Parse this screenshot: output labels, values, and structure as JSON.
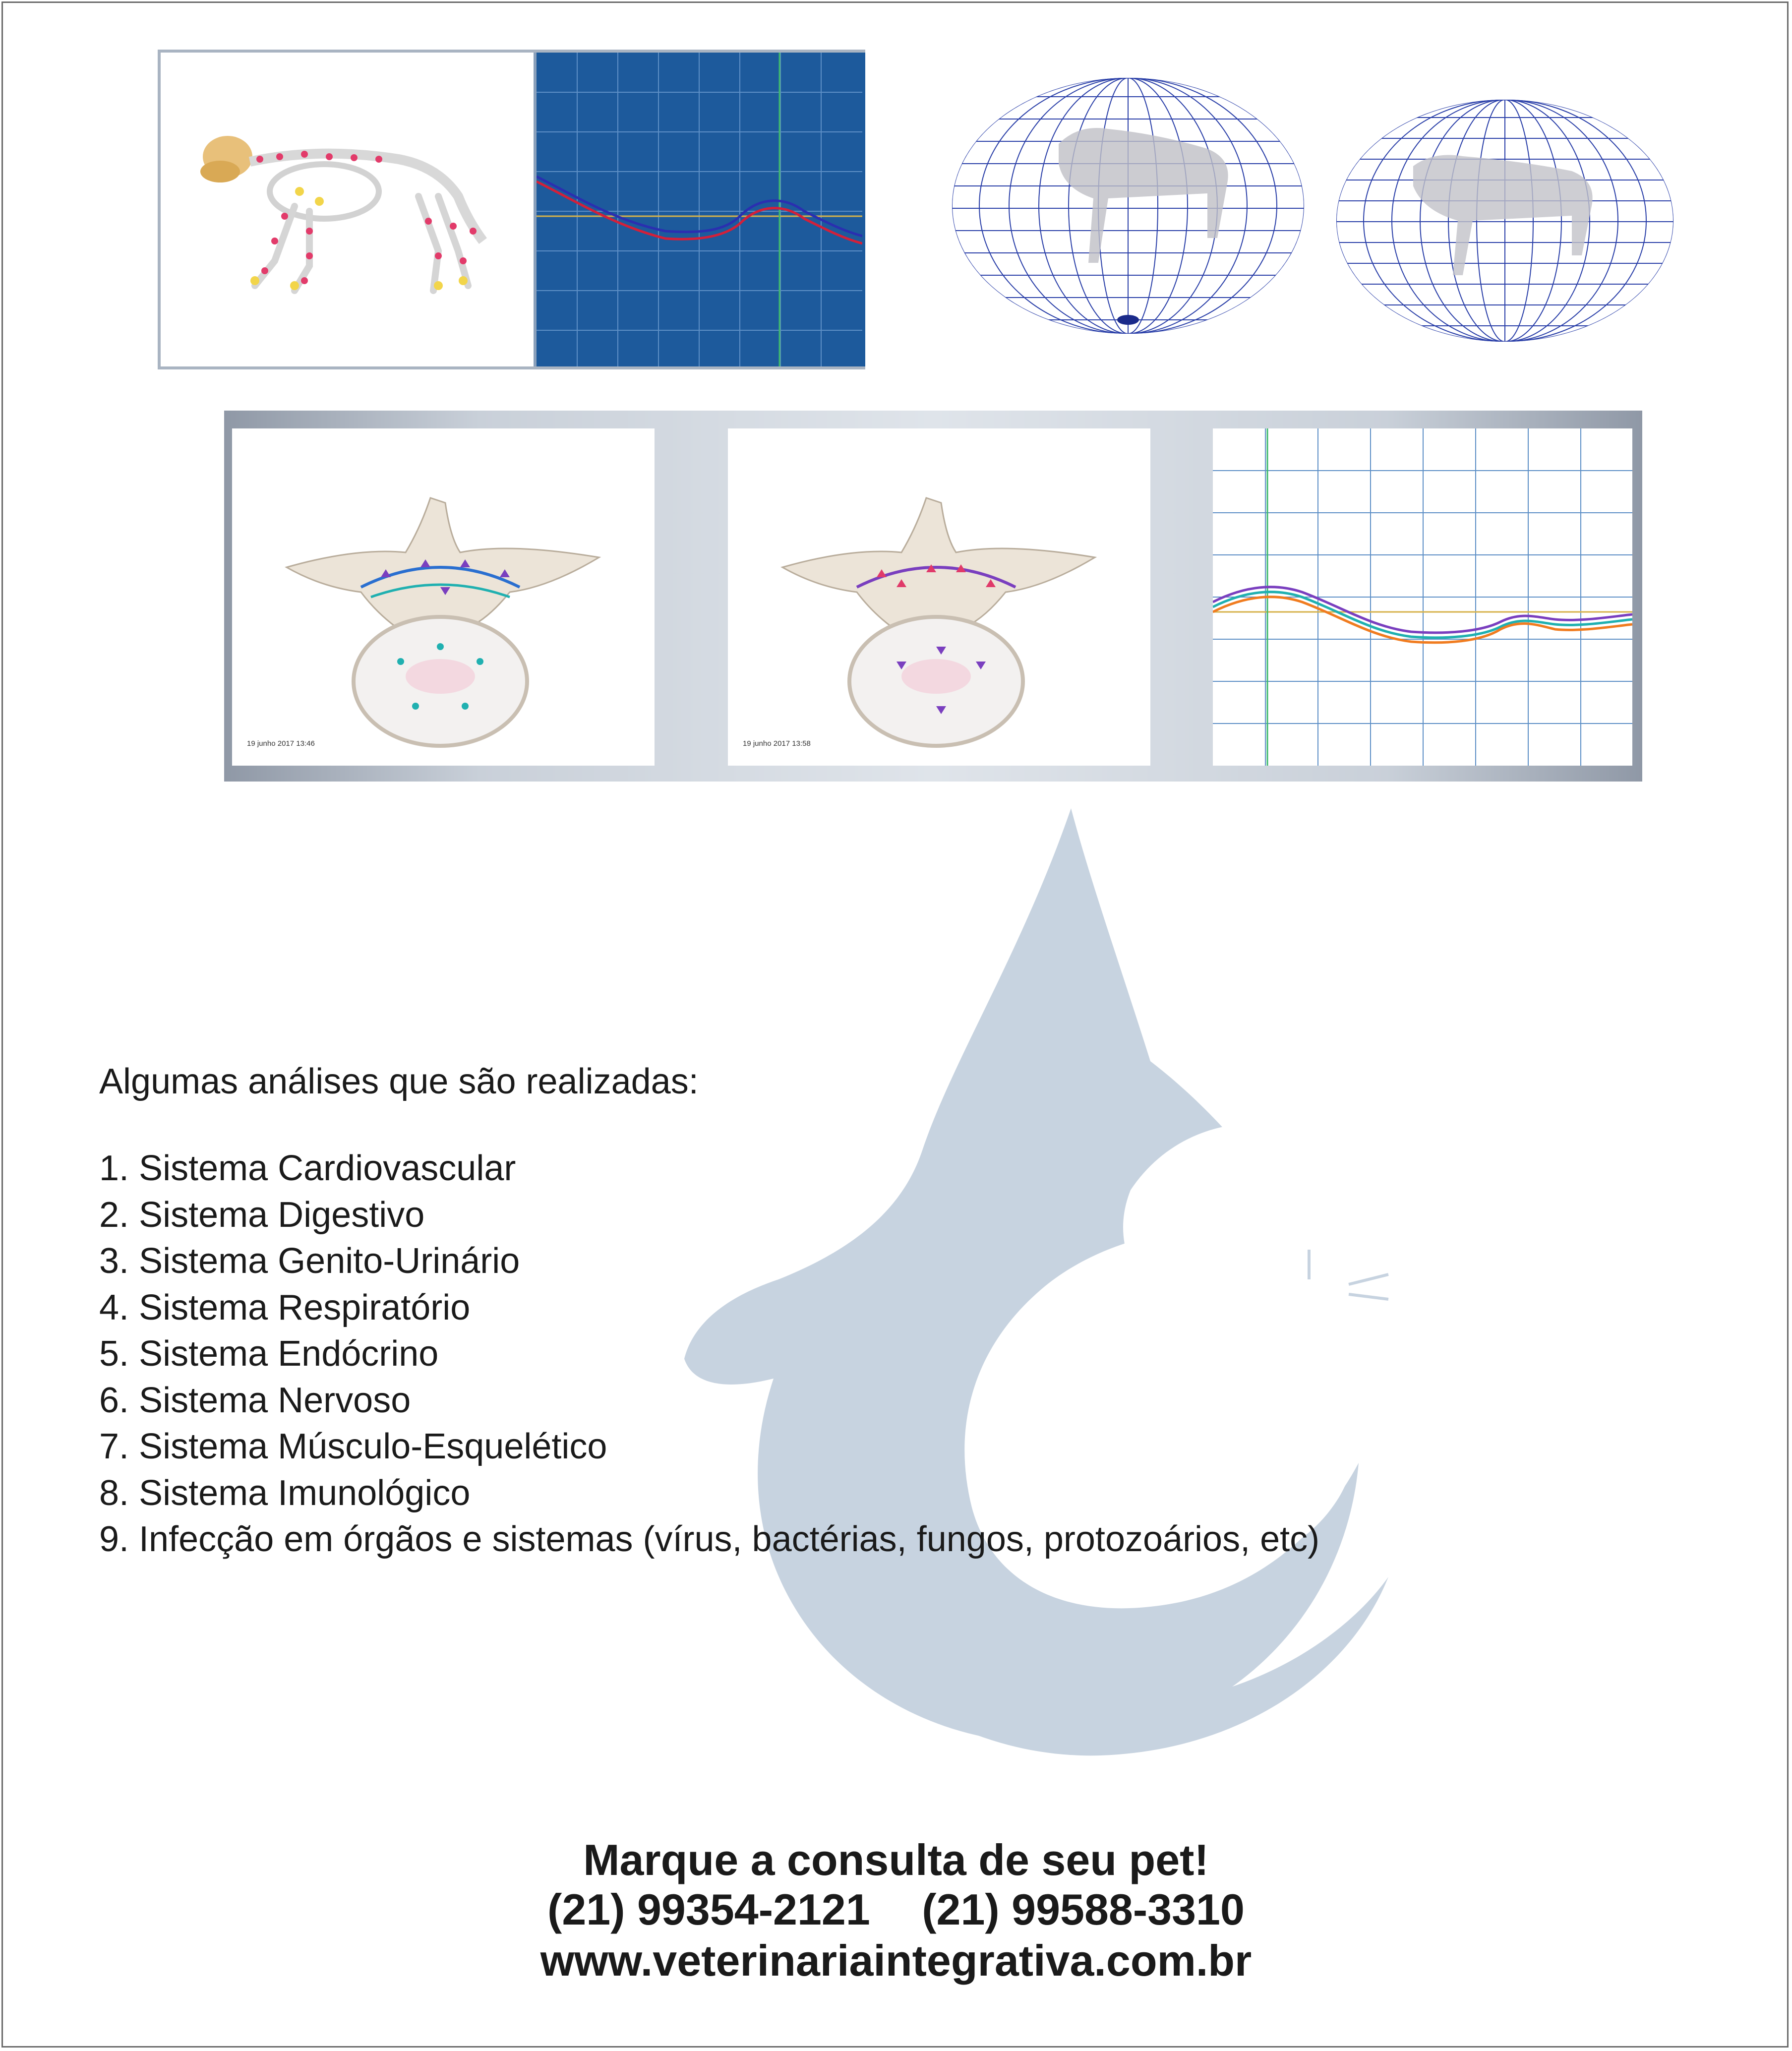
{
  "analysis": {
    "intro": "Algumas análises que são realizadas:",
    "items": [
      "1. Sistema Cardiovascular",
      "2. Sistema Digestivo",
      "3. Sistema Genito-Urinário",
      "4. Sistema Respiratório",
      "5. Sistema Endócrino",
      "6. Sistema Nervoso",
      "7. Sistema Músculo-Esquelético",
      "8. Sistema Imunológico",
      "9. Infecção em órgãos e sistemas (vírus, bactérias, fungos, protozoários, etc)"
    ]
  },
  "vertebra_panels": {
    "left_timestamp": "19 junho 2017  13:46",
    "middle_timestamp": "19 junho 2017  13:58"
  },
  "contact": {
    "headline": "Marque a consulta de seu pet!",
    "phone_1": "(21) 99354-2121",
    "phone_2": "(21) 99588-3310",
    "website": "www.veterinariaintegrativa.com.br"
  },
  "colors": {
    "graph_background": "#1d5a9c",
    "globe_mesh": "#2a3fa8",
    "watermark": "#c7d3e0"
  }
}
